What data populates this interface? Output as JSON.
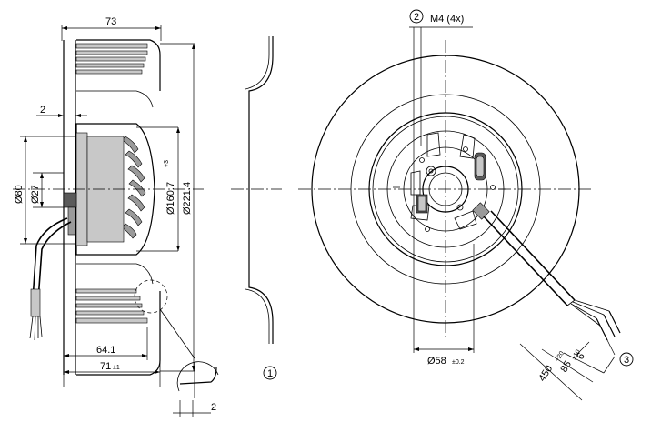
{
  "dimensions": {
    "width_73": "73",
    "offset_2_top": "2",
    "dia_80": "Ø80",
    "dia_27": "Ø27",
    "dia_160_7": "Ø160.7",
    "dia_160_7_tol": "+3",
    "dia_221_4": "Ø221.4",
    "len_64_1": "64.1",
    "len_71": "71",
    "len_71_tol": "±1",
    "detail_2": "2",
    "ref_2": "2",
    "thread": "M4 (4x)",
    "dia_58": "Ø58",
    "dia_58_tol": "±0.2",
    "lead_6": "6",
    "lead_85": "85",
    "lead_85_tol": "±10",
    "lead_450": "450",
    "lead_450_tol": "+20"
  },
  "callouts": {
    "c1": "1",
    "c2": "2",
    "c3": "3"
  }
}
